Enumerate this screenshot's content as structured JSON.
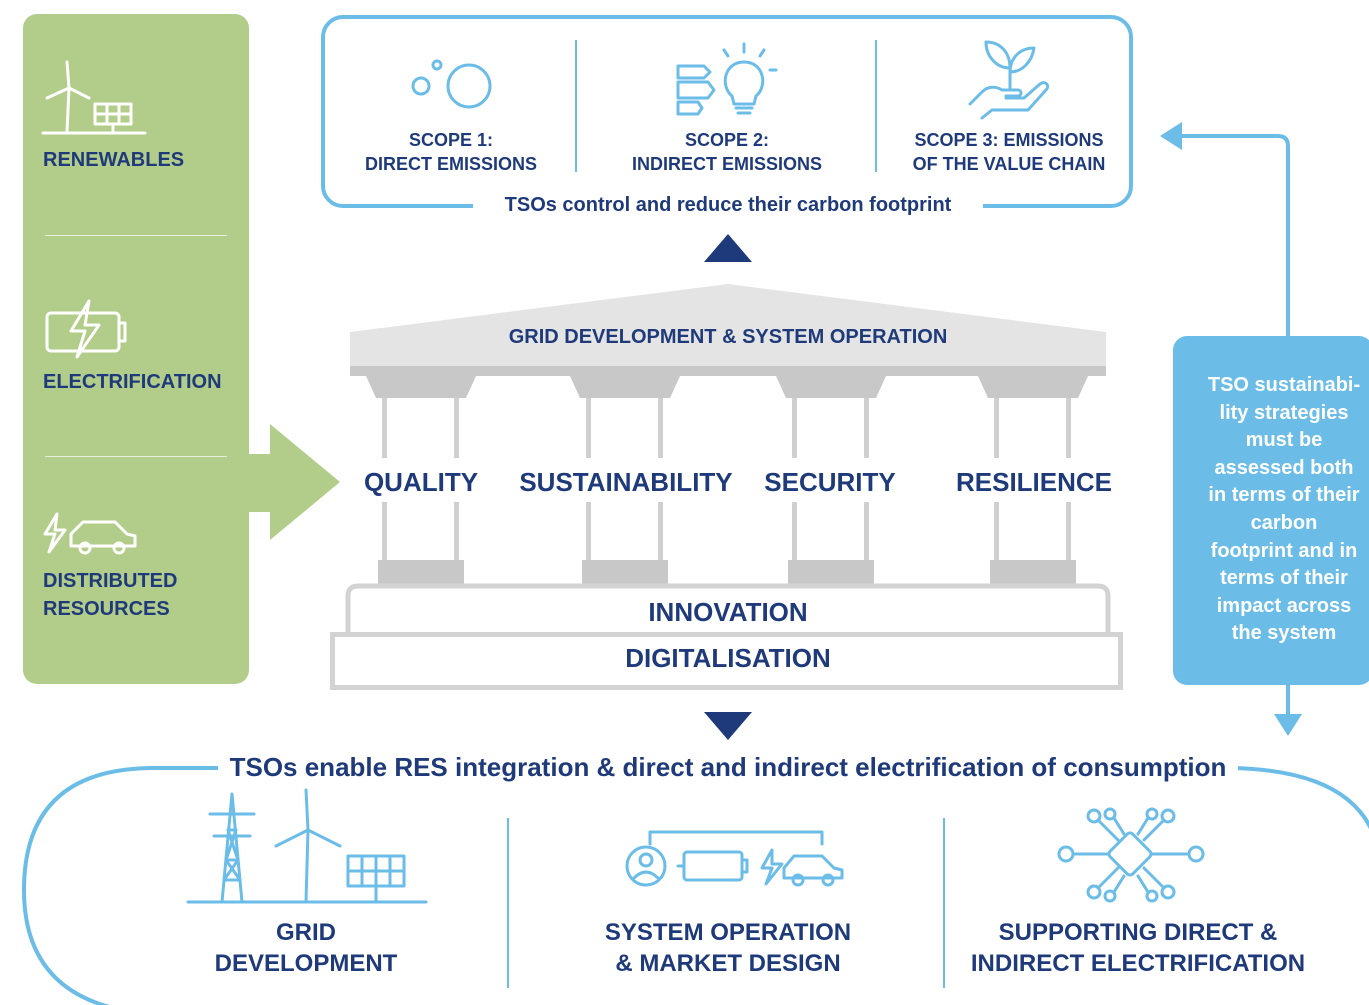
{
  "left_panel": {
    "items": [
      {
        "label": "RENEWABLES",
        "icon": "wind-solar-icon"
      },
      {
        "label": "ELECTRIFICATION",
        "icon": "battery-lightning-icon"
      },
      {
        "label_line1": "DISTRIBUTED",
        "label_line2": "RESOURCES",
        "icon": "electric-car-icon"
      }
    ],
    "color": "#b2cc8a"
  },
  "scopes": [
    {
      "line1": "SCOPE 1:",
      "line2": "DIRECT EMISSIONS",
      "icon": "bubbles-icon"
    },
    {
      "line1": "SCOPE 2:",
      "line2": "INDIRECT EMISSIONS",
      "icon": "energy-bulb-icon"
    },
    {
      "line1": "SCOPE 3: EMISSIONS",
      "line2": "OF THE VALUE CHAIN",
      "icon": "hand-plant-icon"
    }
  ],
  "scope_caption": "TSOs control and reduce their carbon footprint",
  "temple": {
    "roof": "GRID DEVELOPMENT & SYSTEM OPERATION",
    "pillars": [
      "QUALITY",
      "SUSTAINABILITY",
      "SECURITY",
      "RESILIENCE"
    ],
    "base1": "INNOVATION",
    "base2": "DIGITALISATION"
  },
  "right_box": {
    "lines": [
      "TSO sustainabi-",
      "lity strategies",
      "must be",
      "assessed both",
      "in terms of their",
      "carbon",
      "footprint and in",
      "terms of their",
      "impact across",
      "the system"
    ],
    "color": "#6bbde8"
  },
  "bottom_caption": "TSOs enable RES integration & direct and indirect electrification of consumption",
  "bottom_items": [
    {
      "line1": "GRID",
      "line2": "DEVELOPMENT",
      "icon": "pylon-turbine-solar-icon"
    },
    {
      "line1": "SYSTEM OPERATION",
      "line2": "& MARKET DESIGN",
      "icon": "user-battery-car-icon"
    },
    {
      "line1": "SUPPORTING DIRECT &",
      "line2": "INDIRECT ELECTRIFICATION",
      "icon": "network-chip-icon"
    }
  ],
  "colors": {
    "navy": "#1f3a7a",
    "blue": "#6bbde8",
    "green": "#b2cc8a",
    "grey": "#d3d3d3"
  }
}
